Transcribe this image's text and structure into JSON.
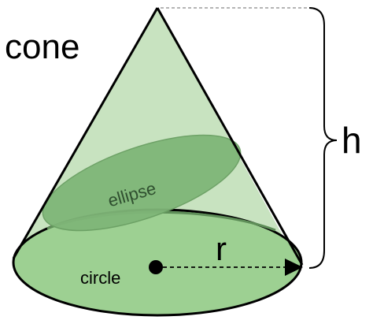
{
  "figure": {
    "title": "cone",
    "labels": {
      "ellipse": "ellipse",
      "circle": "circle",
      "radius": "r",
      "height": "h"
    },
    "colors": {
      "cone_fill": "#c8e3c0",
      "base_fill": "#9dd092",
      "ellipse_fill": "#7fb678",
      "ellipse_text": "#2f4f2f",
      "stroke": "#000000",
      "guide_line": "#888888"
    }
  }
}
